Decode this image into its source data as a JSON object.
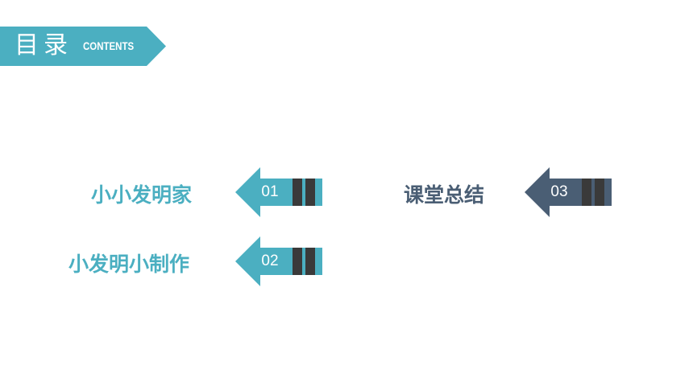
{
  "header": {
    "title": "目录",
    "subtitle": "CONTENTS",
    "color": "#4bafc1"
  },
  "toc": {
    "items": [
      {
        "number": "01",
        "label": "小小发明家",
        "color": "#4bafc1"
      },
      {
        "number": "02",
        "label": "小发明小制作",
        "color": "#4bafc1"
      },
      {
        "number": "03",
        "label": "课堂总结",
        "color": "#4a5e74"
      }
    ]
  },
  "colors": {
    "teal": "#4bafc1",
    "slate": "#4a5e74",
    "bar_dark": "#3a3a3a"
  }
}
